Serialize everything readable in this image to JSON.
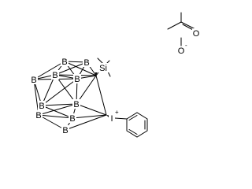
{
  "molecule": {
    "boron_label": "B",
    "silicon_label": "Si",
    "iodine_label": "I",
    "iodine_charge": "+",
    "oxygen_label": "O",
    "oxygen_charge": "-"
  }
}
